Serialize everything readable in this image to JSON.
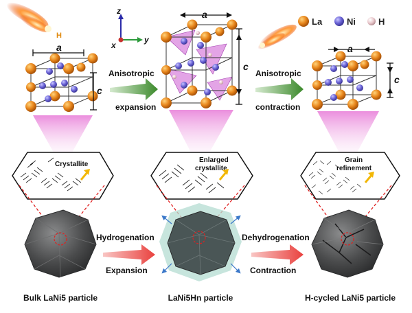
{
  "legend": {
    "la": "La",
    "ni": "Ni",
    "h": "H",
    "colors": {
      "la": "#e8861c",
      "ni": "#6a63d6",
      "h": "#e9c8cc"
    }
  },
  "axes": {
    "z": "z",
    "x": "x",
    "y": "y"
  },
  "lattice": {
    "a": "a",
    "c": "c"
  },
  "hydrogen_label": "H",
  "arrows_top": {
    "expansion_line1": "Anisotropic",
    "expansion_line2": "expansion",
    "contraction_line1": "Anisotropic",
    "contraction_line2": "contraction"
  },
  "grain_labels": {
    "crystallite": "Crystallite",
    "enlarged_line1": "Enlarged",
    "enlarged_line2": "crystallite",
    "refinement_line1": "Grain",
    "refinement_line2": "refinement"
  },
  "arrows_bottom": {
    "hydrogenation": "Hydrogenation",
    "expansion": "Expansion",
    "dehydrogenation": "Dehydrogenation",
    "contraction": "Contraction"
  },
  "particles": {
    "bulk": "Bulk LaNi5 particle",
    "hydride": "LaNi5Hn particle",
    "cycled": "H-cycled LaNi5 particle"
  },
  "colors": {
    "green_arrow": "#3c8a2c",
    "red_arrow": "#e9413e",
    "polyhedra": "#cc5ad2",
    "particle": "#4b4c4d",
    "halo": "#b4dcd2"
  }
}
